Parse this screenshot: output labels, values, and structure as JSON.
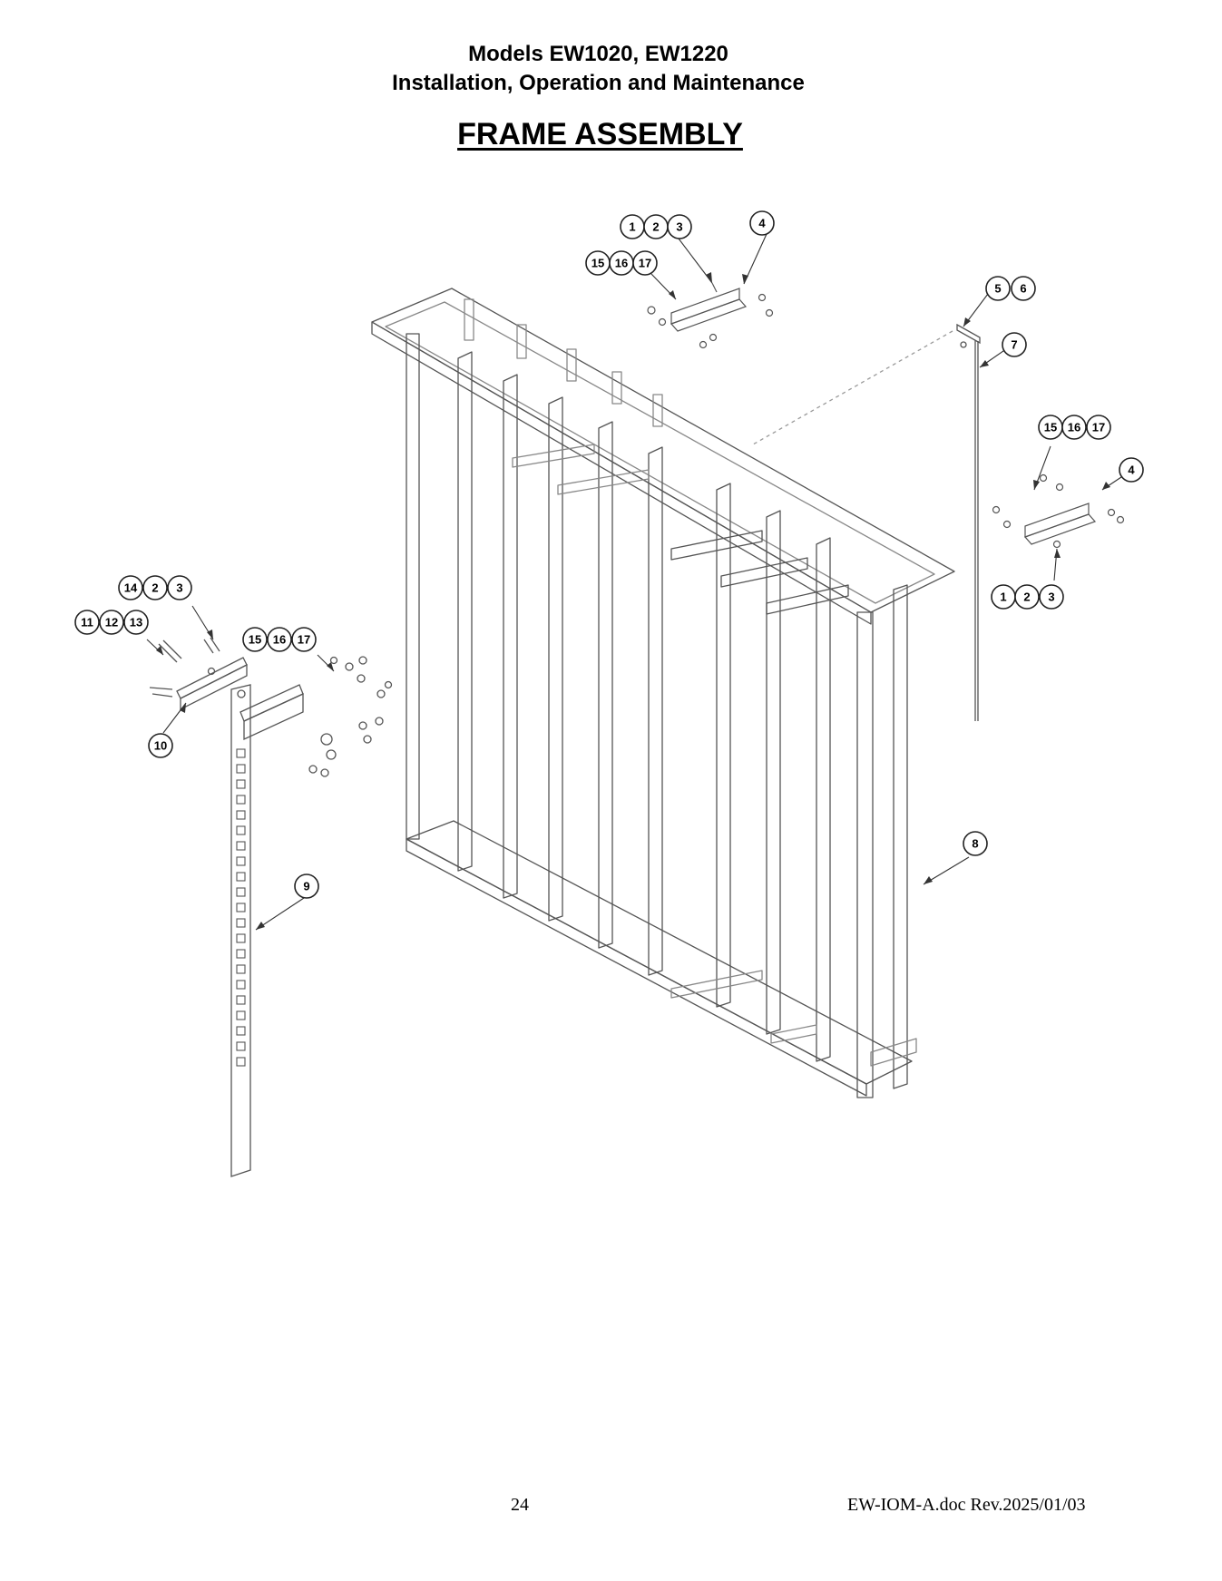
{
  "header": {
    "line1": "Models EW1020, EW1220",
    "line2": "Installation, Operation and Maintenance",
    "section_title": "FRAME ASSEMBLY"
  },
  "diagram": {
    "callouts": {
      "top_a": [
        "1",
        "2",
        "3"
      ],
      "top_b": [
        "15",
        "16",
        "17"
      ],
      "top_part": "4",
      "rod_hw": [
        "5",
        "6"
      ],
      "rod": "7",
      "right_a": [
        "15",
        "16",
        "17"
      ],
      "right_part": "4",
      "right_b": [
        "1",
        "2",
        "3"
      ],
      "left_a": [
        "14",
        "2",
        "3"
      ],
      "left_b": [
        "11",
        "12",
        "13"
      ],
      "left_c": [
        "15",
        "16",
        "17"
      ],
      "bracket": "10",
      "strip": "9",
      "frame": "8"
    }
  },
  "footer": {
    "page_number": "24",
    "doc_ref": "EW-IOM-A.doc Rev.2025/01/03"
  }
}
